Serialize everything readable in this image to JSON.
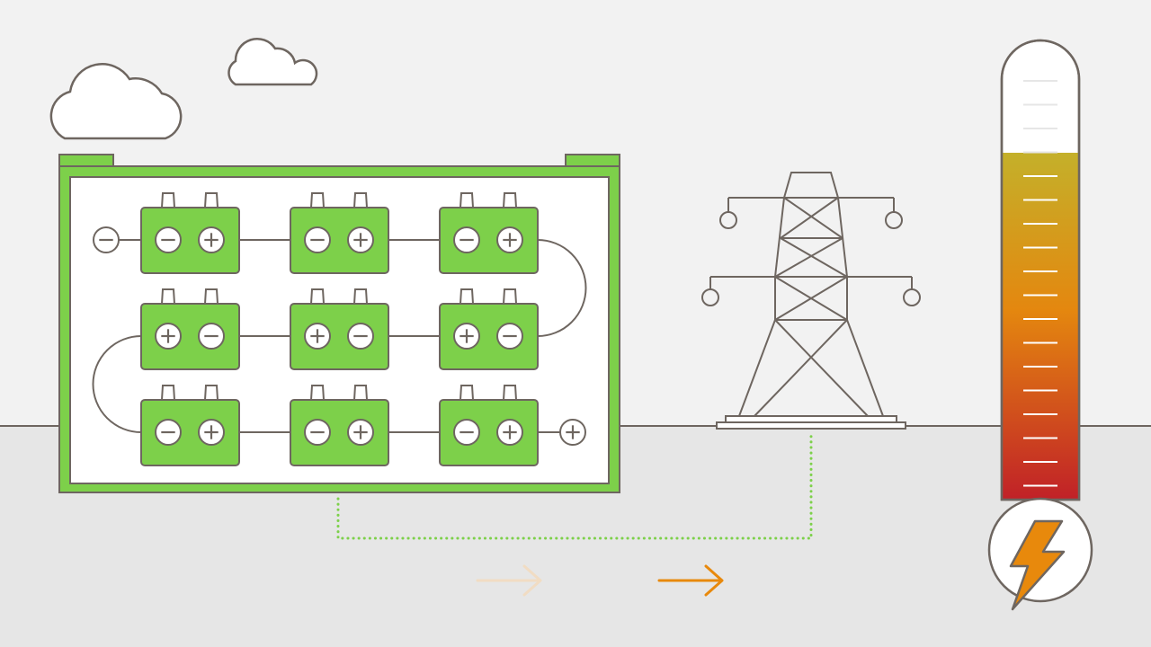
{
  "colors": {
    "sky": "#f2f2f2",
    "ground": "#e6e6e6",
    "line": "#6e6660",
    "cell_green": "#7dd04a",
    "frame_green": "#7dd04a",
    "white": "#ffffff",
    "accent_orange": "#e8890c",
    "arrow_faded": "#f1dcc3",
    "dotted_green": "#7dd04a",
    "gauge_top": "#c4b02a",
    "gauge_mid": "#e4870f",
    "gauge_bottom": "#c01f28"
  },
  "battery_pack": {
    "rows": [
      {
        "cells": [
          {
            "left": "minus",
            "right": "plus"
          },
          {
            "left": "minus",
            "right": "plus"
          },
          {
            "left": "minus",
            "right": "plus"
          }
        ]
      },
      {
        "cells": [
          {
            "left": "plus",
            "right": "minus"
          },
          {
            "left": "plus",
            "right": "minus"
          },
          {
            "left": "plus",
            "right": "minus"
          }
        ]
      },
      {
        "cells": [
          {
            "left": "minus",
            "right": "plus"
          },
          {
            "left": "minus",
            "right": "plus"
          },
          {
            "left": "minus",
            "right": "plus"
          }
        ]
      }
    ],
    "pack_negative_terminal": "minus",
    "pack_positive_terminal": "plus"
  },
  "gauge": {
    "fill_fraction": 0.78,
    "tick_count": 18,
    "icon": "lightning-bolt-icon"
  },
  "flow_arrows": [
    {
      "name": "flow-arrow-faded",
      "state": "faded"
    },
    {
      "name": "flow-arrow-active",
      "state": "active"
    }
  ],
  "icons": [
    "cloud-icon",
    "transmission-tower-icon",
    "battery-cell-icon",
    "plus-icon",
    "minus-icon",
    "lightning-bolt-icon",
    "arrow-right-icon"
  ]
}
